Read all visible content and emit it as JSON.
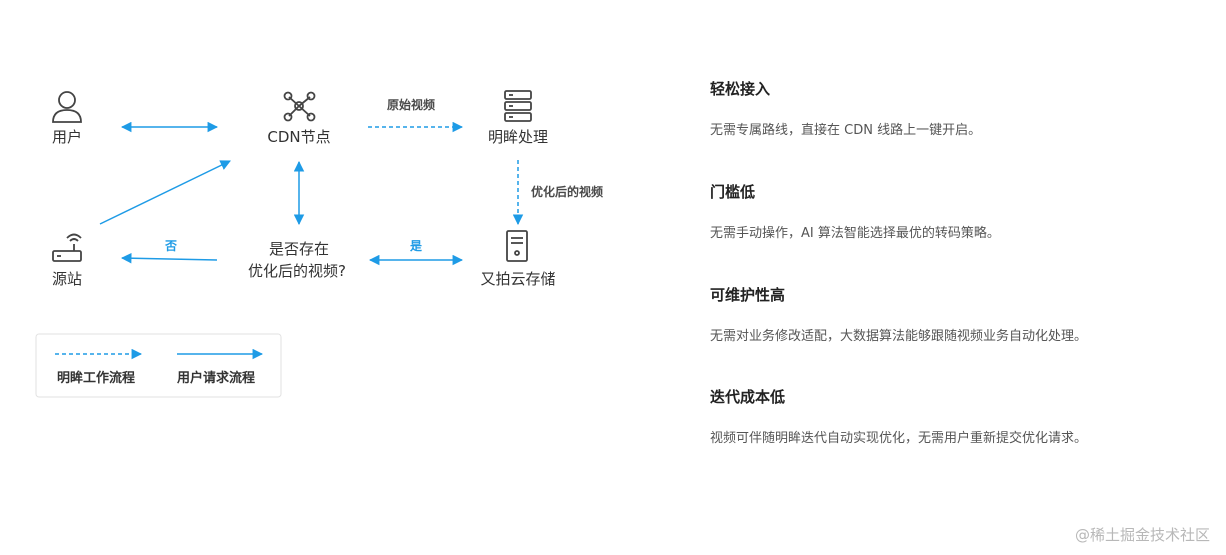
{
  "nodes": {
    "user": "用户",
    "cdn": "CDN节点",
    "mingzhen": "明眸处理",
    "origin": "源站",
    "question_line1": "是否存在",
    "question_line2": "优化后的视频?",
    "upyun": "又拍云存储"
  },
  "edges": {
    "original_video": "原始视频",
    "optimized_video": "优化后的视频",
    "no": "否",
    "yes": "是"
  },
  "legend": {
    "mingzhen_flow": "明眸工作流程",
    "user_flow": "用户请求流程"
  },
  "features": [
    {
      "title": "轻松接入",
      "desc": "无需专属路线，直接在 CDN 线路上一键开启。"
    },
    {
      "title": "门槛低",
      "desc": "无需手动操作，AI 算法智能选择最优的转码策略。"
    },
    {
      "title": "可维护性高",
      "desc": "无需对业务修改适配，大数据算法能够跟随视频业务自动化处理。"
    },
    {
      "title": "迭代成本低",
      "desc": "视频可伴随明眸迭代自动实现优化，无需用户重新提交优化请求。"
    }
  ],
  "watermark": "@稀土掘金技术社区",
  "colors": {
    "arrow": "#1e9be6",
    "icon": "#444444",
    "text": "#333333"
  }
}
